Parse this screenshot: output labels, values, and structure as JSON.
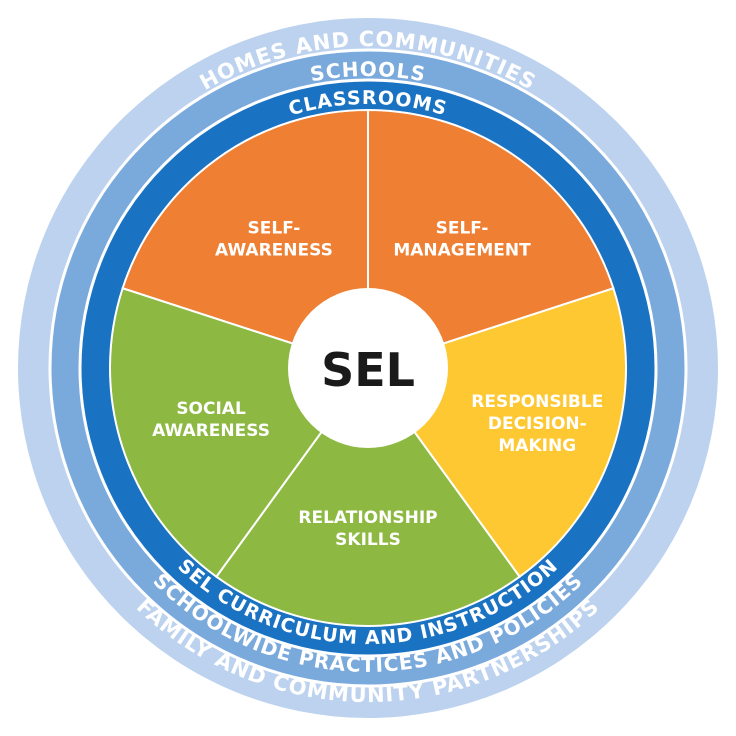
{
  "center": {
    "label": "SEL"
  },
  "rings": {
    "outer": {
      "top": "HOMES AND COMMUNITIES",
      "bottom": "FAMILY AND COMMUNITY PARTNERSHIPS"
    },
    "middle": {
      "top": "SCHOOLS",
      "bottom": "SCHOOLWIDE PRACTICES AND POLICIES"
    },
    "inner": {
      "top": "CLASSROOMS",
      "bottom": "SEL CURRICULUM AND INSTRUCTION"
    }
  },
  "segments": [
    {
      "lines": [
        "SELF-",
        "AWARENESS"
      ],
      "color": "#ee7f33"
    },
    {
      "lines": [
        "SELF-",
        "MANAGEMENT"
      ],
      "color": "#ee7f33"
    },
    {
      "lines": [
        "RESPONSIBLE",
        "DECISION-",
        "MAKING"
      ],
      "color": "#fdc832"
    },
    {
      "lines": [
        "RELATIONSHIP",
        "SKILLS"
      ],
      "color": "#8db842"
    },
    {
      "lines": [
        "SOCIAL",
        "AWARENESS"
      ],
      "color": "#8db842"
    }
  ],
  "colors": {
    "outer_ring": "#bcd2ee",
    "middle_ring": "#7aa9dc",
    "inner_ring": "#1a72c2",
    "center_fill": "#ffffff",
    "divider": "#ffffff"
  }
}
